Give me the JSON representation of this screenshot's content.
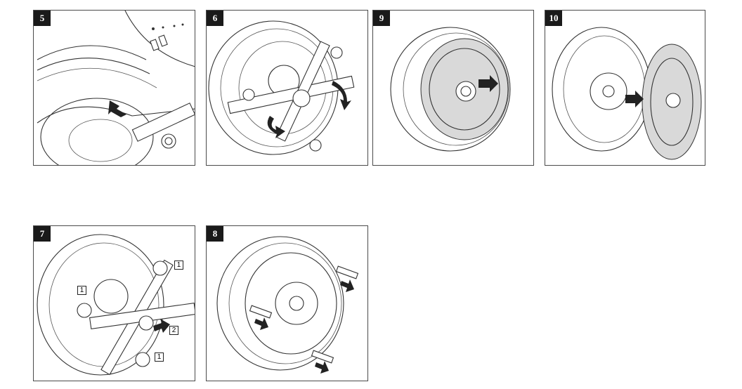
{
  "figures": [
    {
      "id": "fig5",
      "step": "5"
    },
    {
      "id": "fig6",
      "step": "6"
    },
    {
      "id": "fig9",
      "step": "9"
    },
    {
      "id": "fig10",
      "step": "10"
    },
    {
      "id": "fig7",
      "step": "7",
      "callouts": [
        "1",
        "1",
        "2",
        "1"
      ]
    },
    {
      "id": "fig8",
      "step": "8"
    }
  ]
}
